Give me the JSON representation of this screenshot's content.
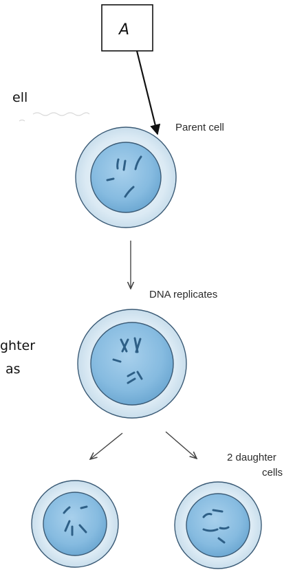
{
  "label_box": {
    "text": "A"
  },
  "cut_text": {
    "line1": "ell",
    "line2": "ghter",
    "line3": "as"
  },
  "labels": {
    "parent": "Parent cell",
    "replicates": "DNA replicates",
    "daughter_line1": "2 daughter",
    "daughter_line2": "cells"
  },
  "colors": {
    "cell_outer": "#dbeaf4",
    "cell_nucleus": "#8fc1e2",
    "chromosome": "#2e5f86",
    "outline": "#3a5a75",
    "arrow": "#444444"
  }
}
